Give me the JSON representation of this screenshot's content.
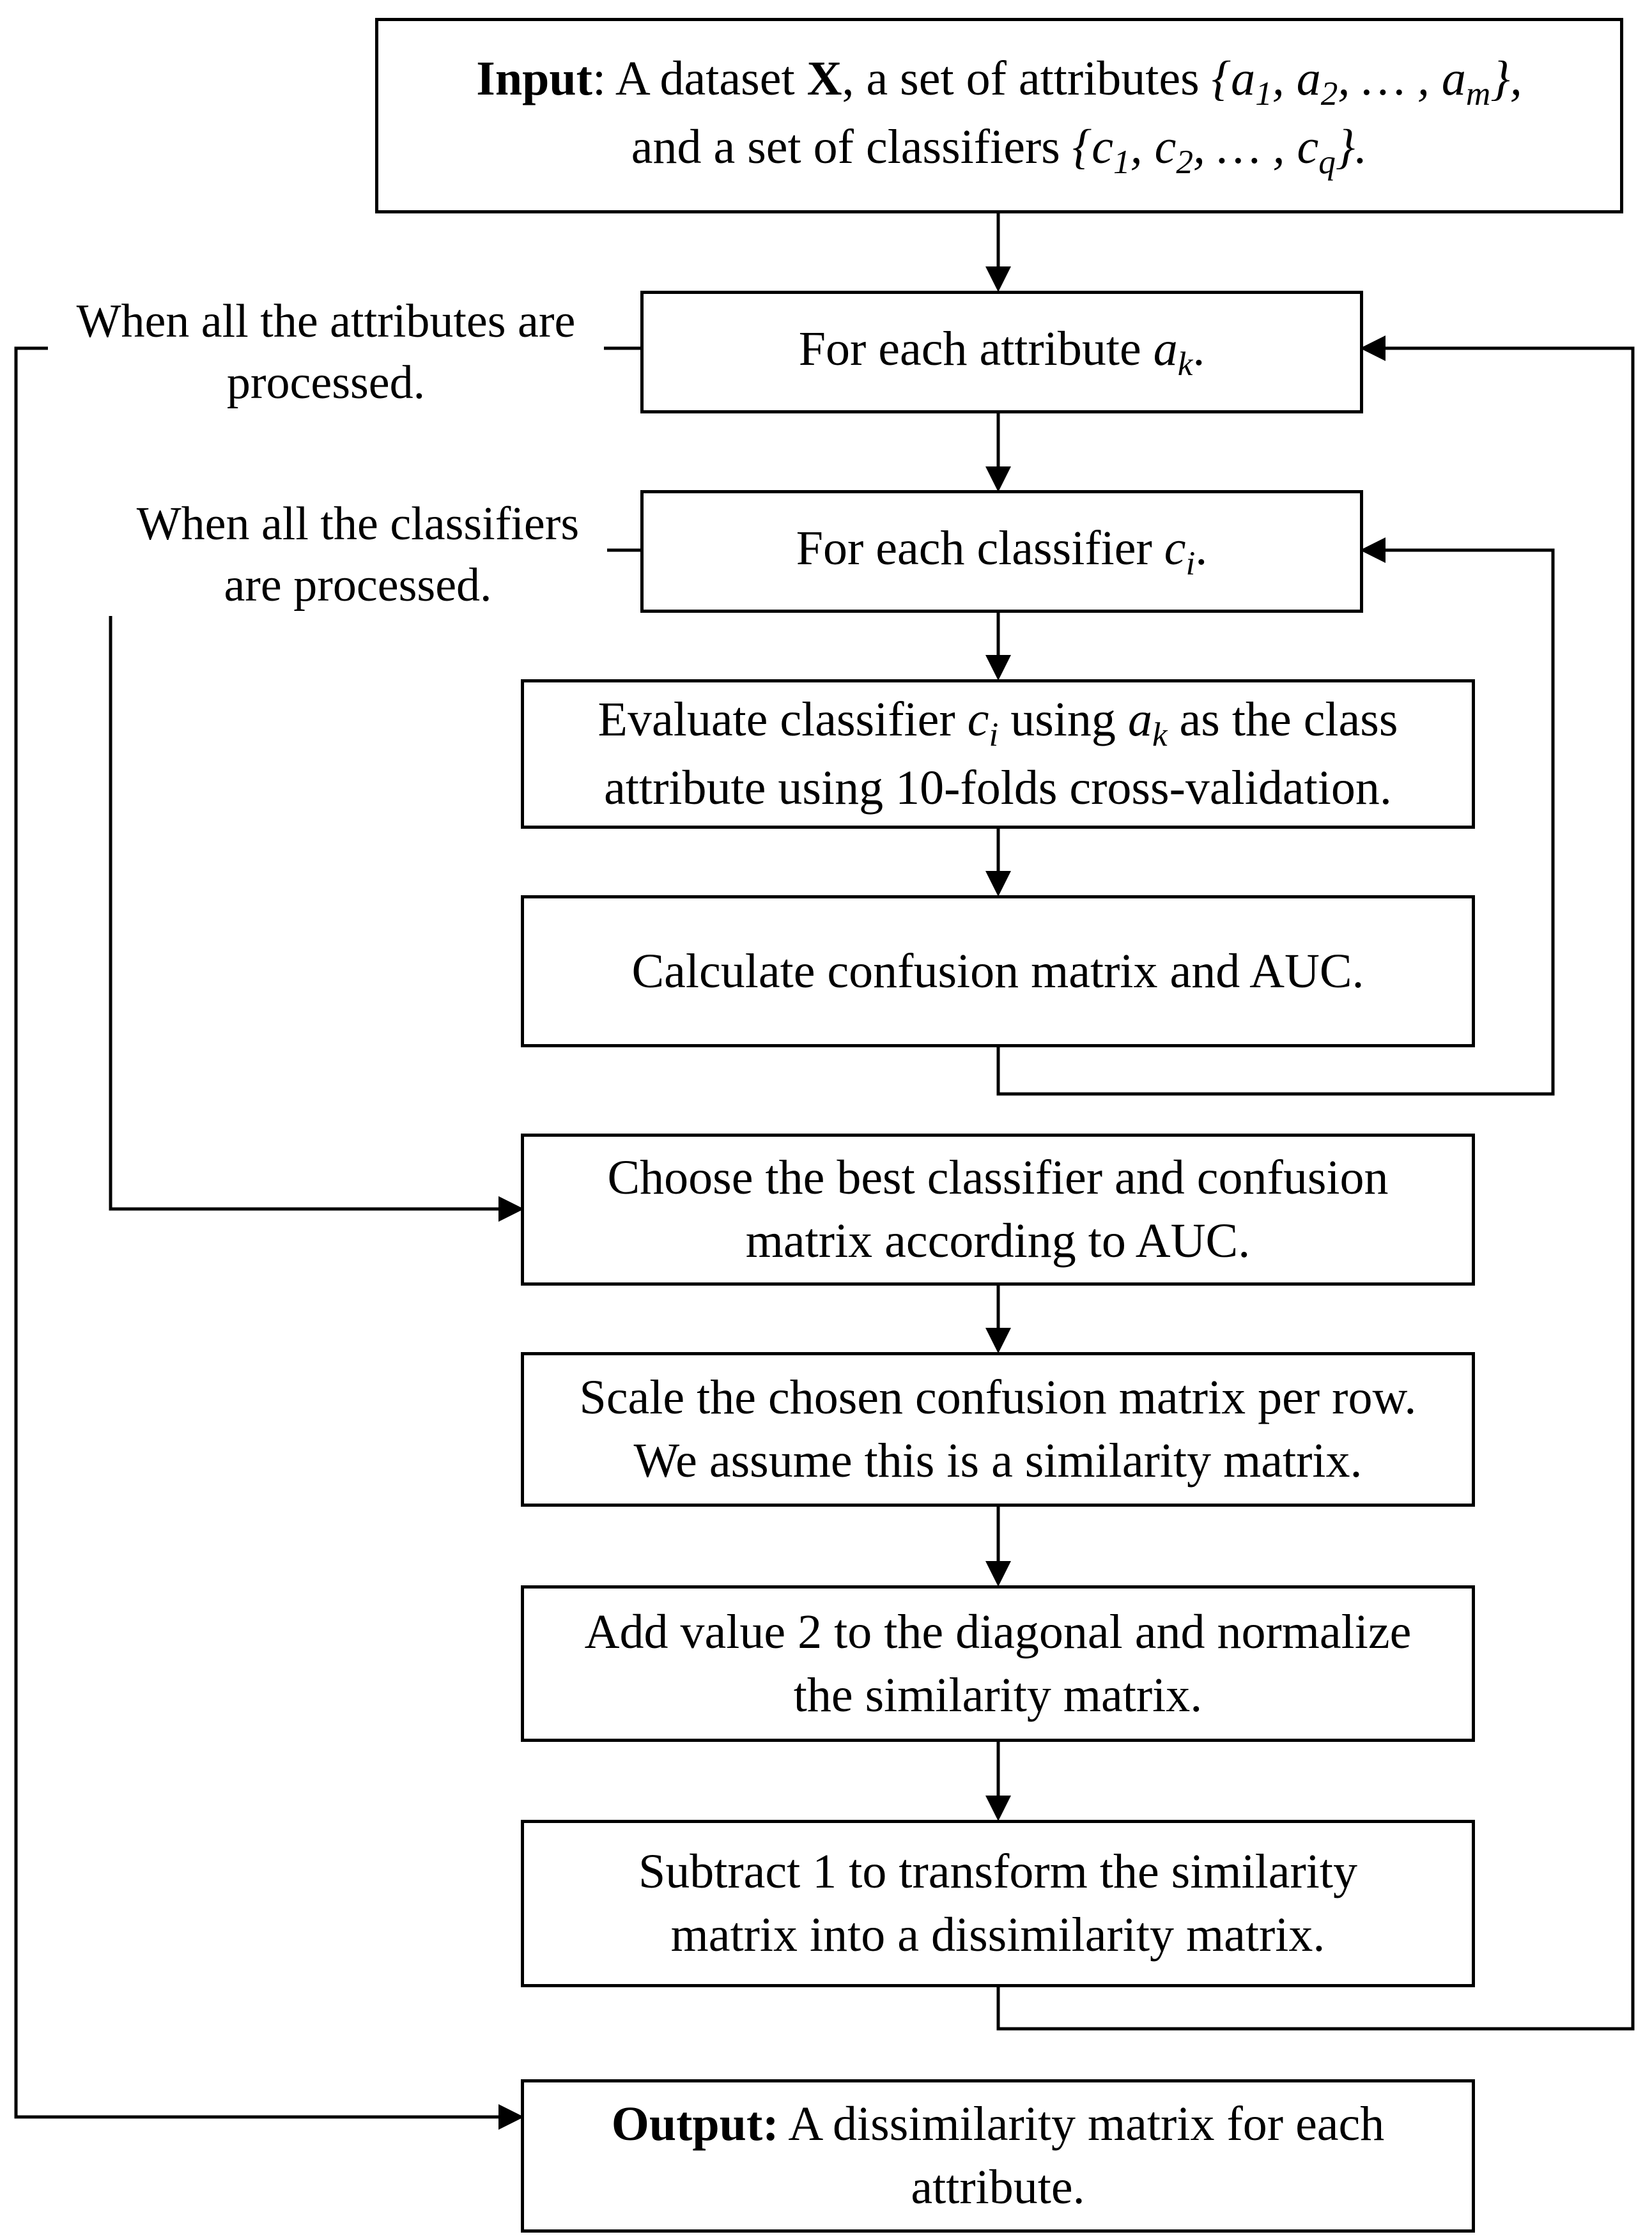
{
  "input": {
    "label": "Input",
    "l1_a": ": A dataset ",
    "dataset": "X",
    "l1_b": ", a set of attributes ",
    "attributes_set": "{a1, a2, … , am},",
    "l2_a": "and a set of classifiers ",
    "classifiers_set": "{c1, c2, … , cq}."
  },
  "loop_attr": {
    "text": "For each attribute ",
    "var": "ak",
    "end": "."
  },
  "loop_clf": {
    "text": "For each classifier ",
    "var": "ci",
    "end": "."
  },
  "evaluate": {
    "l1_a": "Evaluate classifier ",
    "var_c": "ci",
    "l1_b": " using ",
    "var_a": "ak",
    "l1_c": " as the class",
    "l2": "attribute using 10-folds cross-validation."
  },
  "calculate": {
    "text": "Calculate confusion matrix and AUC."
  },
  "choose": {
    "l1": "Choose the best classifier and confusion",
    "l2": "matrix according to AUC."
  },
  "scale": {
    "l1": "Scale the chosen confusion matrix per row.",
    "l2": "We assume this is a similarity matrix."
  },
  "add": {
    "l1": "Add value 2 to the diagonal and normalize",
    "l2": "the similarity matrix."
  },
  "subtract": {
    "l1": "Subtract 1 to transform the similarity",
    "l2": "matrix into a dissimilarity matrix."
  },
  "output": {
    "label": "Output:",
    "l1": " A dissimilarity matrix for each",
    "l2": "attribute."
  },
  "note_attrs": {
    "l1": "When all the attributes are",
    "l2": "processed."
  },
  "note_clfs": {
    "l1": "When all the classifiers",
    "l2": "are processed."
  }
}
